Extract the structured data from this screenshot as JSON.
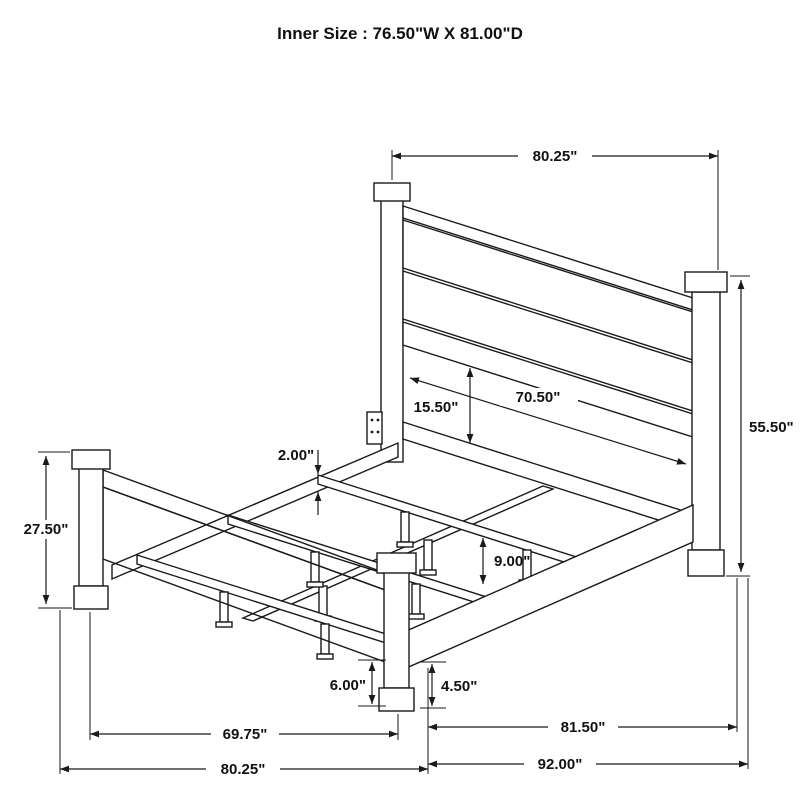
{
  "title": "Inner Size : 76.50\"W X 81.00\"D",
  "labels": {
    "top_width": "80.25\"",
    "headboard_height": "55.50\"",
    "inner_width": "70.50\"",
    "headboard_panel_gap": "15.50\"",
    "side_rail_thickness": "2.00\"",
    "footboard_height": "27.50\"",
    "support_leg_height": "9.00\"",
    "post_base_height": "6.00\"",
    "rail_floor_clearance": "4.50\"",
    "footboard_width": "69.75\"",
    "side_rail_length": "81.50\"",
    "overall_width": "80.25\"",
    "overall_depth": "92.00\""
  },
  "colors": {
    "line": "#1a1a1a",
    "text": "#111111",
    "background": "#ffffff"
  }
}
